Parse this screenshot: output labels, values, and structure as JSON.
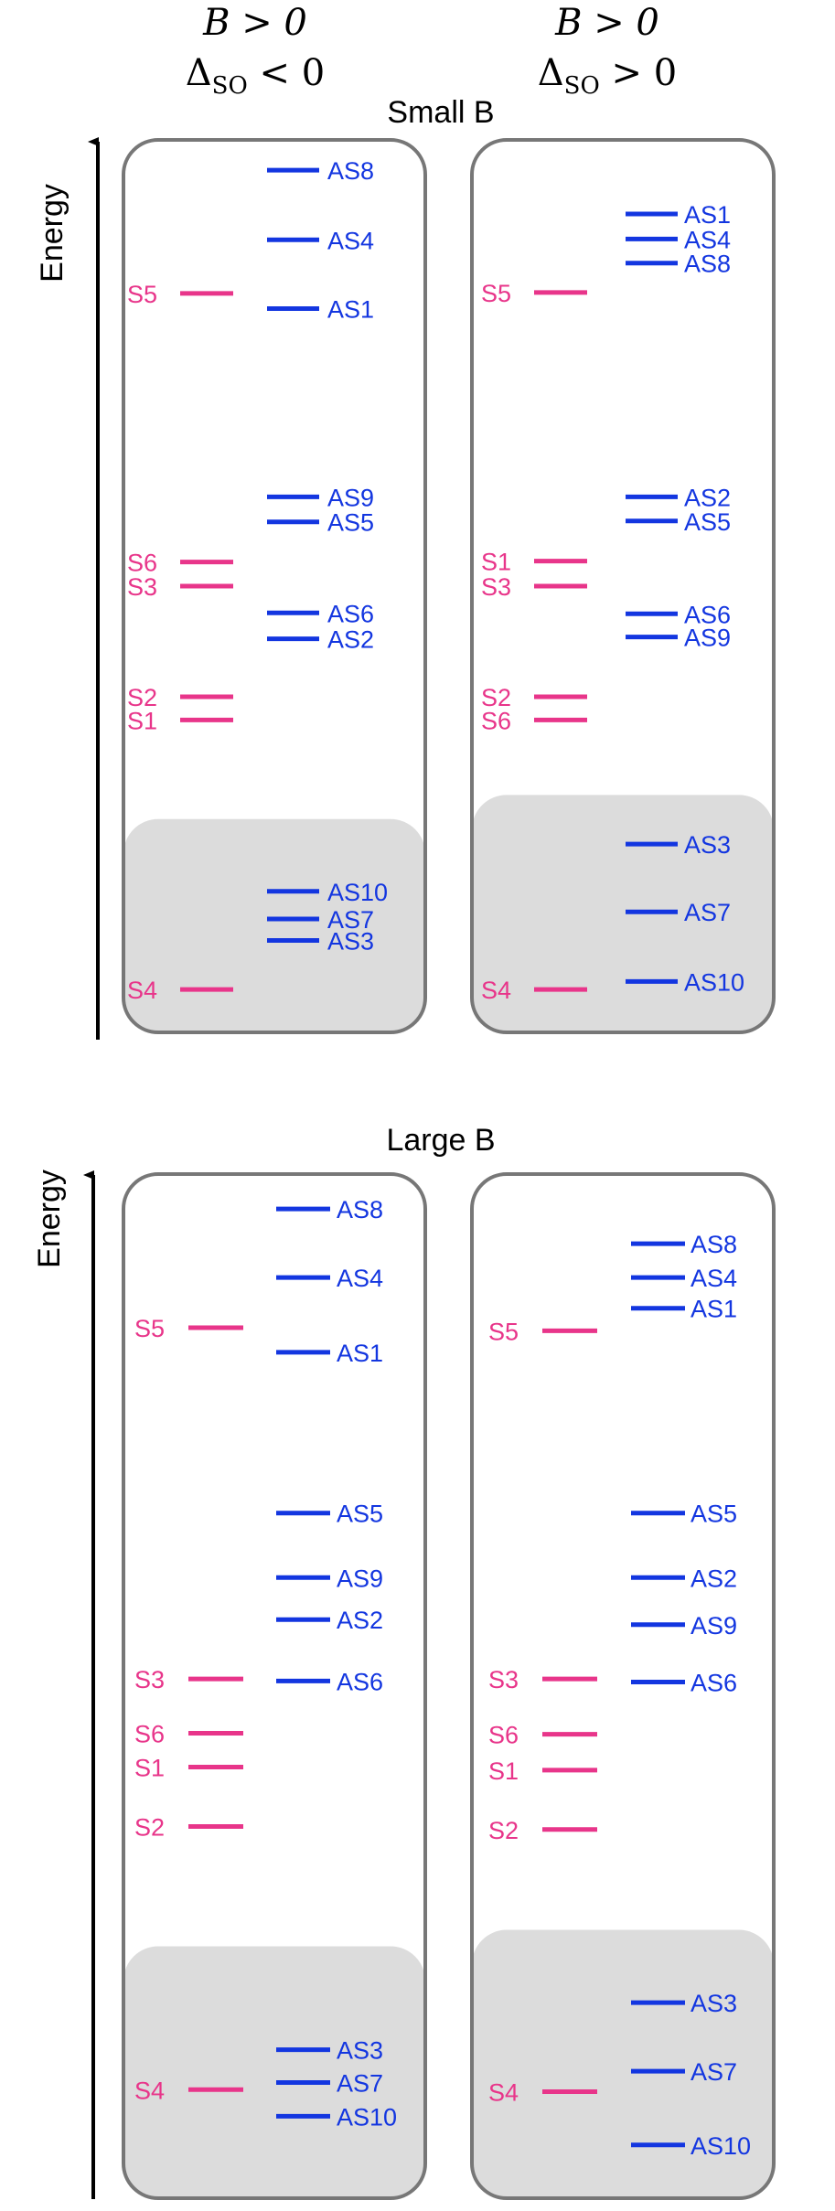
{
  "column_headers": [
    {
      "line1": "B > 0",
      "line2_symbol": "Δ",
      "line2_sub": "SO",
      "line2_rel": "< 0"
    },
    {
      "line1": "B > 0",
      "line2_symbol": "Δ",
      "line2_sub": "SO",
      "line2_rel": "> 0"
    }
  ],
  "colors": {
    "singlet": "#e8358a",
    "antisinglet": "#1336e0",
    "frame": "#777777",
    "shade": "#dcdcdc",
    "axis": "#000000"
  },
  "energy_label": "Energy",
  "sections": [
    {
      "title": "Small B",
      "panels": [
        {
          "left_levels": [
            {
              "label": "S5",
              "energy": 0.828
            },
            {
              "label": "S6",
              "energy": 0.527
            },
            {
              "label": "S3",
              "energy": 0.5
            },
            {
              "label": "S2",
              "energy": 0.376
            },
            {
              "label": "S1",
              "energy": 0.35
            },
            {
              "label": "S4",
              "energy": 0.048
            }
          ],
          "right_levels": [
            {
              "label": "AS8",
              "energy": 0.966
            },
            {
              "label": "AS4",
              "energy": 0.888
            },
            {
              "label": "AS1",
              "energy": 0.811
            },
            {
              "label": "AS9",
              "energy": 0.6
            },
            {
              "label": "AS5",
              "energy": 0.572
            },
            {
              "label": "AS6",
              "energy": 0.47
            },
            {
              "label": "AS2",
              "energy": 0.441
            },
            {
              "label": "AS10",
              "energy": 0.158
            },
            {
              "label": "AS7",
              "energy": 0.127
            },
            {
              "label": "AS3",
              "energy": 0.103
            }
          ],
          "shade_top": 0.239
        },
        {
          "left_levels": [
            {
              "label": "S5",
              "energy": 0.829
            },
            {
              "label": "S1",
              "energy": 0.528
            },
            {
              "label": "S3",
              "energy": 0.5
            },
            {
              "label": "S2",
              "energy": 0.376
            },
            {
              "label": "S6",
              "energy": 0.35
            },
            {
              "label": "S4",
              "energy": 0.048
            }
          ],
          "right_levels": [
            {
              "label": "AS1",
              "energy": 0.917
            },
            {
              "label": "AS4",
              "energy": 0.889
            },
            {
              "label": "AS8",
              "energy": 0.862
            },
            {
              "label": "AS2",
              "energy": 0.6
            },
            {
              "label": "AS5",
              "energy": 0.573
            },
            {
              "label": "AS6",
              "energy": 0.469
            },
            {
              "label": "AS9",
              "energy": 0.443
            },
            {
              "label": "AS3",
              "energy": 0.211
            },
            {
              "label": "AS7",
              "energy": 0.135
            },
            {
              "label": "AS10",
              "energy": 0.057
            }
          ],
          "shade_top": 0.266
        }
      ]
    },
    {
      "title": "Large B",
      "panels": [
        {
          "left_levels": [
            {
              "label": "S5",
              "energy": 0.85
            },
            {
              "label": "S3",
              "energy": 0.507
            },
            {
              "label": "S6",
              "energy": 0.454
            },
            {
              "label": "S1",
              "energy": 0.421
            },
            {
              "label": "S2",
              "energy": 0.363
            },
            {
              "label": "S4",
              "energy": 0.106
            }
          ],
          "right_levels": [
            {
              "label": "AS8",
              "energy": 0.966
            },
            {
              "label": "AS4",
              "energy": 0.899
            },
            {
              "label": "AS1",
              "energy": 0.826
            },
            {
              "label": "AS5",
              "energy": 0.669
            },
            {
              "label": "AS9",
              "energy": 0.606
            },
            {
              "label": "AS2",
              "energy": 0.565
            },
            {
              "label": "AS6",
              "energy": 0.505
            },
            {
              "label": "AS3",
              "energy": 0.145
            },
            {
              "label": "AS7",
              "energy": 0.113
            },
            {
              "label": "AS10",
              "energy": 0.08
            }
          ],
          "shade_top": 0.246
        },
        {
          "left_levels": [
            {
              "label": "S5",
              "energy": 0.847
            },
            {
              "label": "S3",
              "energy": 0.507
            },
            {
              "label": "S6",
              "energy": 0.453
            },
            {
              "label": "S1",
              "energy": 0.418
            },
            {
              "label": "S2",
              "energy": 0.36
            },
            {
              "label": "S4",
              "energy": 0.104
            }
          ],
          "right_levels": [
            {
              "label": "AS8",
              "energy": 0.932
            },
            {
              "label": "AS4",
              "energy": 0.899
            },
            {
              "label": "AS1",
              "energy": 0.869
            },
            {
              "label": "AS5",
              "energy": 0.669
            },
            {
              "label": "AS2",
              "energy": 0.606
            },
            {
              "label": "AS9",
              "energy": 0.56
            },
            {
              "label": "AS6",
              "energy": 0.504
            },
            {
              "label": "AS3",
              "energy": 0.191
            },
            {
              "label": "AS7",
              "energy": 0.124
            },
            {
              "label": "AS10",
              "energy": 0.052
            }
          ],
          "shade_top": 0.262
        }
      ]
    }
  ]
}
